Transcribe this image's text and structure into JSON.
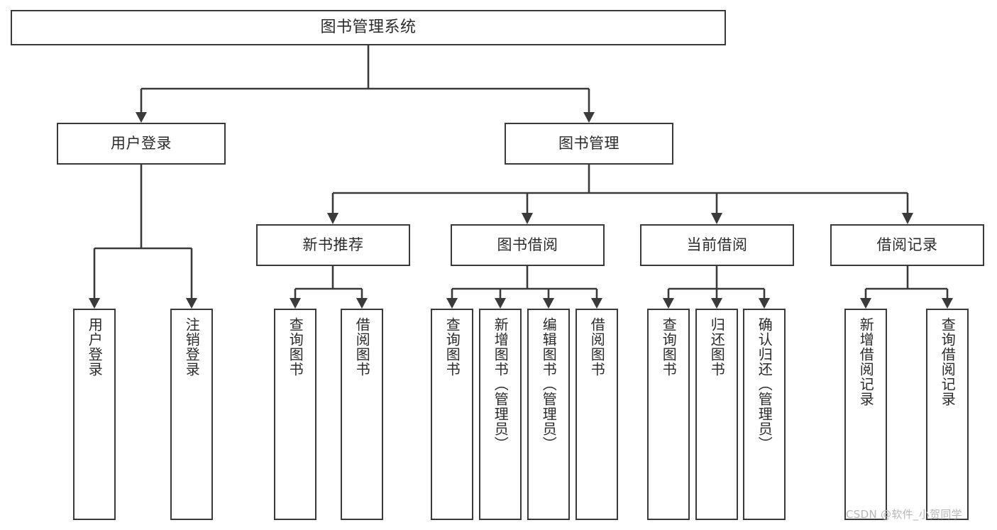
{
  "diagram": {
    "type": "tree",
    "title": "图书管理系统",
    "root": {
      "label": "图书管理系统"
    },
    "level1": [
      {
        "label": "用户登录"
      },
      {
        "label": "图书管理"
      }
    ],
    "level2": [
      {
        "label": "新书推荐"
      },
      {
        "label": "图书借阅"
      },
      {
        "label": "当前借阅"
      },
      {
        "label": "借阅记录"
      }
    ],
    "leaves": {
      "user_login": [
        {
          "label": "用户登录"
        },
        {
          "label": "注销登录"
        }
      ],
      "new_book_recommend": [
        {
          "label": "查询图书"
        },
        {
          "label": "借阅图书"
        }
      ],
      "book_borrow": [
        {
          "label": "查询图书"
        },
        {
          "label": "新增图书（管理员）"
        },
        {
          "label": "编辑图书（管理员）"
        },
        {
          "label": "借阅图书"
        }
      ],
      "current_borrow": [
        {
          "label": "查询图书"
        },
        {
          "label": "归还图书"
        },
        {
          "label": "确认归还（管理员）"
        }
      ],
      "borrow_record": [
        {
          "label": "新增借阅记录"
        },
        {
          "label": "查询借阅记录"
        }
      ]
    }
  },
  "watermark": {
    "text": "CSDN @软件_小贺同学"
  },
  "colors": {
    "stroke": "#3a3a3a",
    "box_fill": "#ffffff",
    "text": "#2b2b2b",
    "watermark": "#b7b7b7",
    "background": "#ffffff"
  }
}
